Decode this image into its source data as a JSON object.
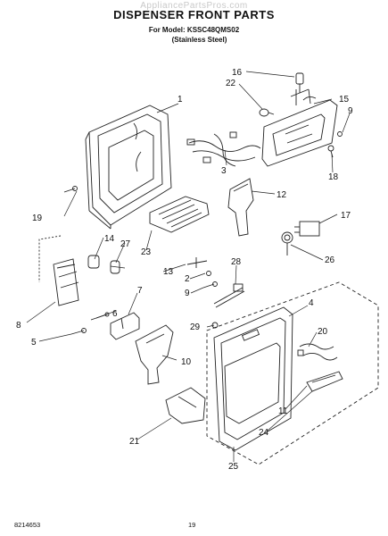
{
  "watermark": "AppliancePartsPros.com",
  "header": {
    "title": "DISPENSER FRONT PARTS",
    "model_line": "For Model: KSSC48QMS02",
    "finish_line": "(Stainless Steel)"
  },
  "footer": {
    "doc_number": "8214653",
    "page_number": "19"
  },
  "callouts": [
    "1",
    "2",
    "3",
    "4",
    "5",
    "6",
    "7",
    "8",
    "9",
    "9",
    "9",
    "10",
    "11",
    "12",
    "13",
    "14",
    "15",
    "16",
    "17",
    "18",
    "19",
    "20",
    "21",
    "22",
    "23",
    "24",
    "25",
    "26",
    "27",
    "28",
    "29"
  ]
}
